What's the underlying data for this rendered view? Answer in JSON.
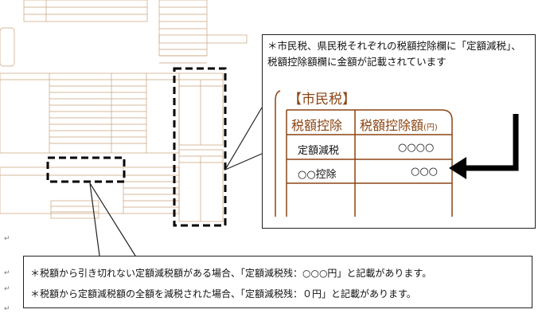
{
  "callout_top": {
    "note": "＊市民税、県民税それぞれの税額控除欄に「定額減税」、税額控除額欄に金額が記載されています"
  },
  "zoom": {
    "section_title": "【市民税】",
    "col1_header": "税額控除",
    "col2_header": "税額控除額",
    "col2_unit": "(円)",
    "row1_label": "定額減税",
    "row1_value": "○○○○",
    "row2_label": "○○控除",
    "row2_value": "○○○"
  },
  "bottom_note": {
    "line1": "＊税額から引き切れない定額減税額がある場合、「定額減税残：○○○円」と記載があります。",
    "line2": "＊税額から定額減税額の全額を減税された場合、「定額減税残：０円」と記載があります。"
  },
  "colors": {
    "form_line": "#c9a27a",
    "zoom_text": "#8b4513",
    "arrow": "#000000"
  }
}
